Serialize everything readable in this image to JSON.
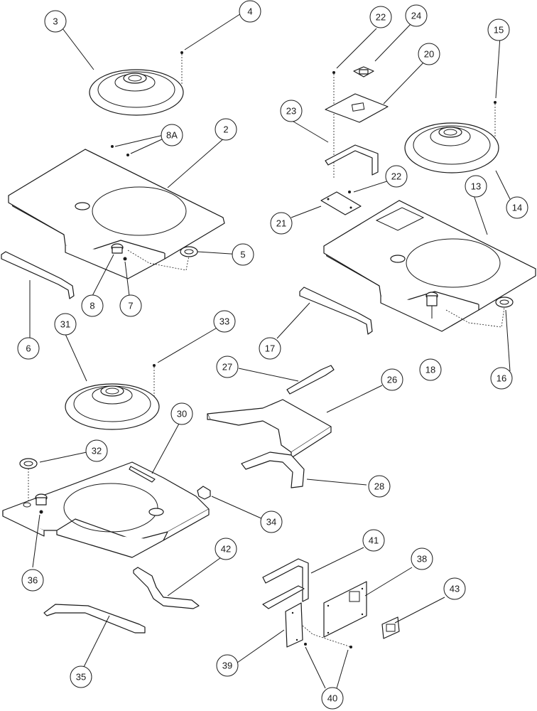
{
  "callouts": [
    {
      "id": "c3",
      "label": "3"
    },
    {
      "id": "c4",
      "label": "4"
    },
    {
      "id": "c8a",
      "label": "8A"
    },
    {
      "id": "c2",
      "label": "2"
    },
    {
      "id": "c5",
      "label": "5"
    },
    {
      "id": "c6",
      "label": "6"
    },
    {
      "id": "c8",
      "label": "8"
    },
    {
      "id": "c7",
      "label": "7"
    },
    {
      "id": "c22a",
      "label": "22"
    },
    {
      "id": "c24",
      "label": "24"
    },
    {
      "id": "c20",
      "label": "20"
    },
    {
      "id": "c15",
      "label": "15"
    },
    {
      "id": "c23",
      "label": "23"
    },
    {
      "id": "c22b",
      "label": "22"
    },
    {
      "id": "c13",
      "label": "13"
    },
    {
      "id": "c14",
      "label": "14"
    },
    {
      "id": "c21",
      "label": "21"
    },
    {
      "id": "c17",
      "label": "17"
    },
    {
      "id": "c18",
      "label": "18"
    },
    {
      "id": "c16",
      "label": "16"
    },
    {
      "id": "c31",
      "label": "31"
    },
    {
      "id": "c33",
      "label": "33"
    },
    {
      "id": "c27",
      "label": "27"
    },
    {
      "id": "c26",
      "label": "26"
    },
    {
      "id": "c30",
      "label": "30"
    },
    {
      "id": "c32",
      "label": "32"
    },
    {
      "id": "c28",
      "label": "28"
    },
    {
      "id": "c34",
      "label": "34"
    },
    {
      "id": "c36",
      "label": "36"
    },
    {
      "id": "c42",
      "label": "42"
    },
    {
      "id": "c41",
      "label": "41"
    },
    {
      "id": "c38",
      "label": "38"
    },
    {
      "id": "c43",
      "label": "43"
    },
    {
      "id": "c35",
      "label": "35"
    },
    {
      "id": "c39",
      "label": "39"
    },
    {
      "id": "c40",
      "label": "40"
    }
  ]
}
